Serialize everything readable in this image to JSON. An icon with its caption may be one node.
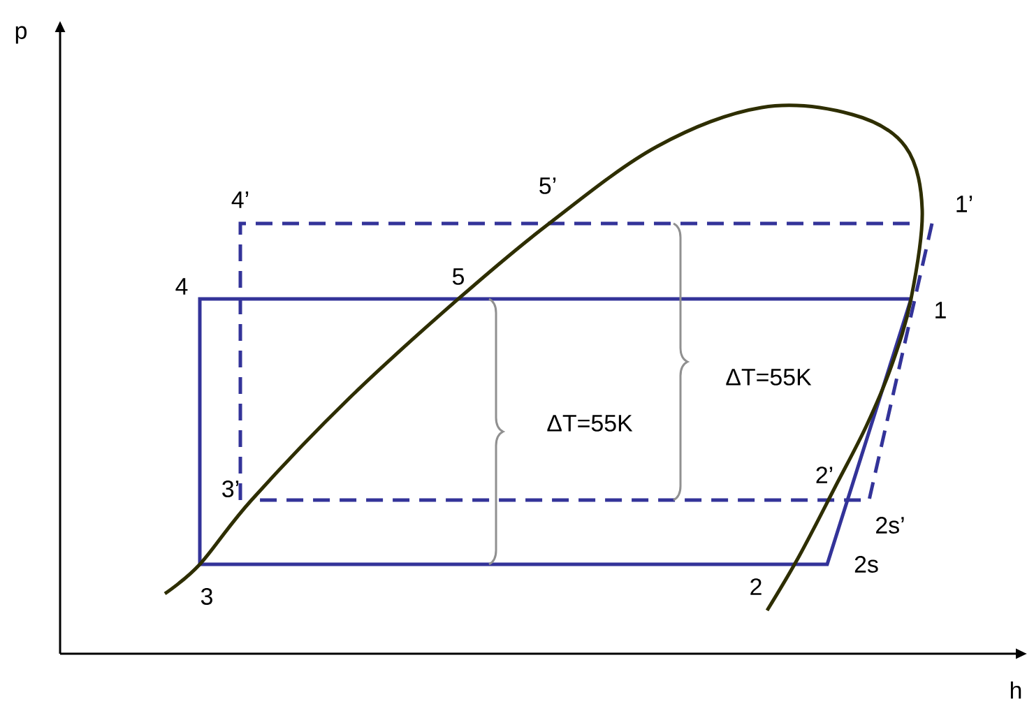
{
  "diagram": {
    "labels": [
      "p",
      "4’",
      "5’",
      "1’",
      "4",
      "5",
      "1",
      "ΔT=55K",
      "ΔT=55K",
      "3’",
      "2’",
      "2s’",
      "2s",
      "3",
      "2",
      "h"
    ]
  }
}
